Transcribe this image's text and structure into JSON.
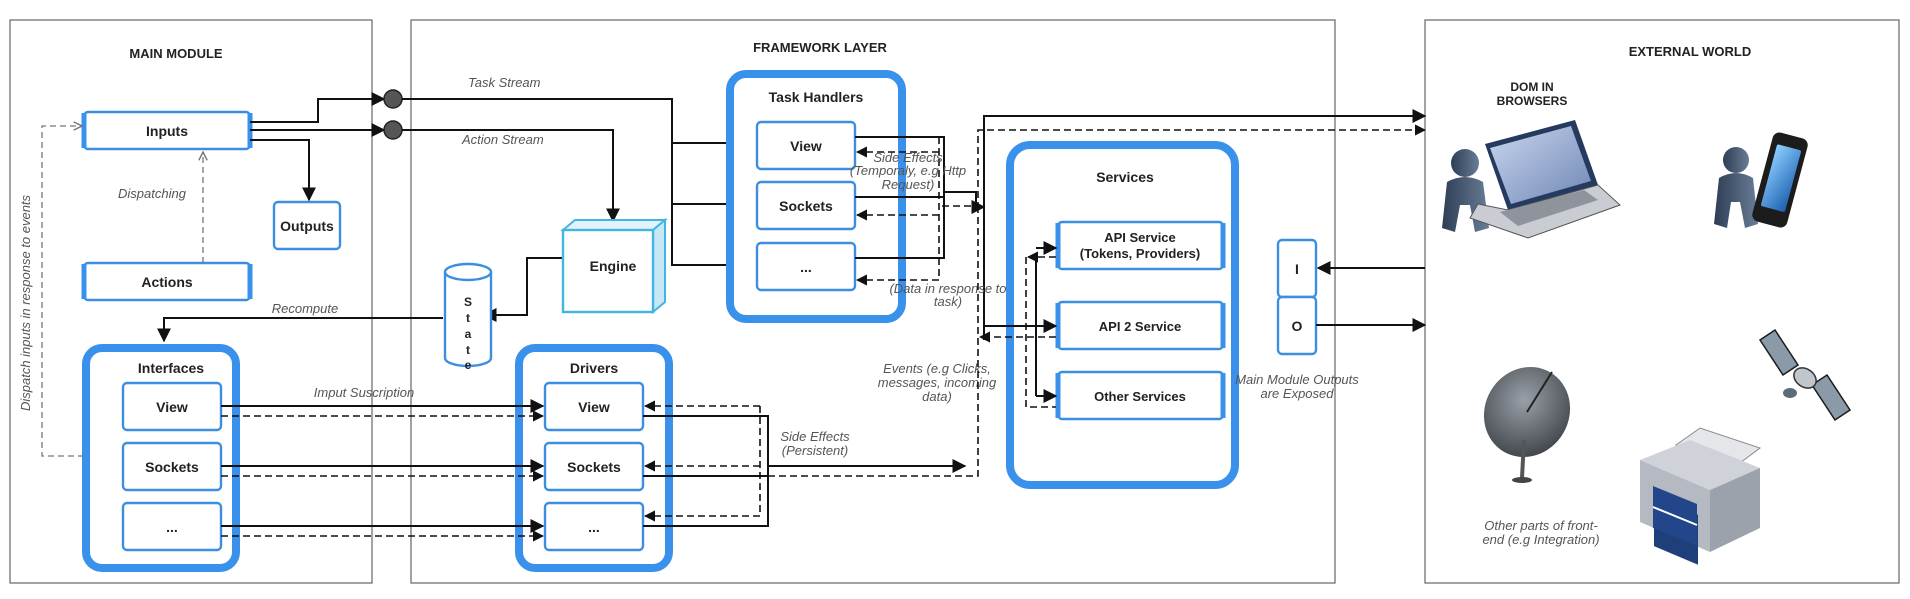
{
  "panels": {
    "main_module": "MAIN MODULE",
    "framework_layer": "FRAMEWORK LAYER",
    "external_world": "EXTERNAL WORLD"
  },
  "main": {
    "inputs": "Inputs",
    "outputs": "Outputs",
    "actions": "Actions",
    "dispatching": "Dispatching",
    "dispatch_side": "Dispatch inputs in response to events",
    "recompute": "Recompute",
    "interfaces": {
      "title": "Interfaces",
      "items": [
        "View",
        "Sockets",
        "..."
      ]
    },
    "input_subscription": "Imput Suscription"
  },
  "framework": {
    "task_stream": "Task Stream",
    "action_stream": "Action Stream",
    "engine": "Engine",
    "state": [
      "S",
      "t",
      "a",
      "t",
      "e"
    ],
    "task_handlers": {
      "title": "Task Handlers",
      "items": [
        "View",
        "Sockets",
        "..."
      ]
    },
    "drivers": {
      "title": "Drivers",
      "items": [
        "View",
        "Sockets",
        "..."
      ]
    },
    "side_effects_temp": [
      "Side Effects",
      "(Temporaly, e.g Http",
      "Request)"
    ],
    "data_response": [
      "(Data in response to",
      "task)"
    ],
    "events": [
      "Events (e.g Clicks,",
      "messages, incoming",
      "data)"
    ],
    "side_effects_persistent": [
      "Side Effects",
      "(Persistent)"
    ],
    "services": {
      "title": "Services",
      "items": [
        [
          "API Service",
          "(Tokens, Providers)"
        ],
        [
          "API 2 Service"
        ],
        [
          "Other Services"
        ]
      ]
    },
    "io_in": "I",
    "io_out": "O",
    "outputs_exposed": [
      "Main Module Outputs",
      "are Exposed"
    ]
  },
  "external": {
    "dom": [
      "DOM IN",
      "BROWSERS"
    ],
    "other_parts": [
      "Other parts of front-",
      "end (e.g Integration)"
    ]
  },
  "icons": [
    "user-laptop-icon",
    "user-phone-icon",
    "satellite-dish-icon",
    "satellite-icon",
    "printer-icon"
  ],
  "colors": {
    "accent": "#3a91ec",
    "engine": "#44b5e0"
  }
}
